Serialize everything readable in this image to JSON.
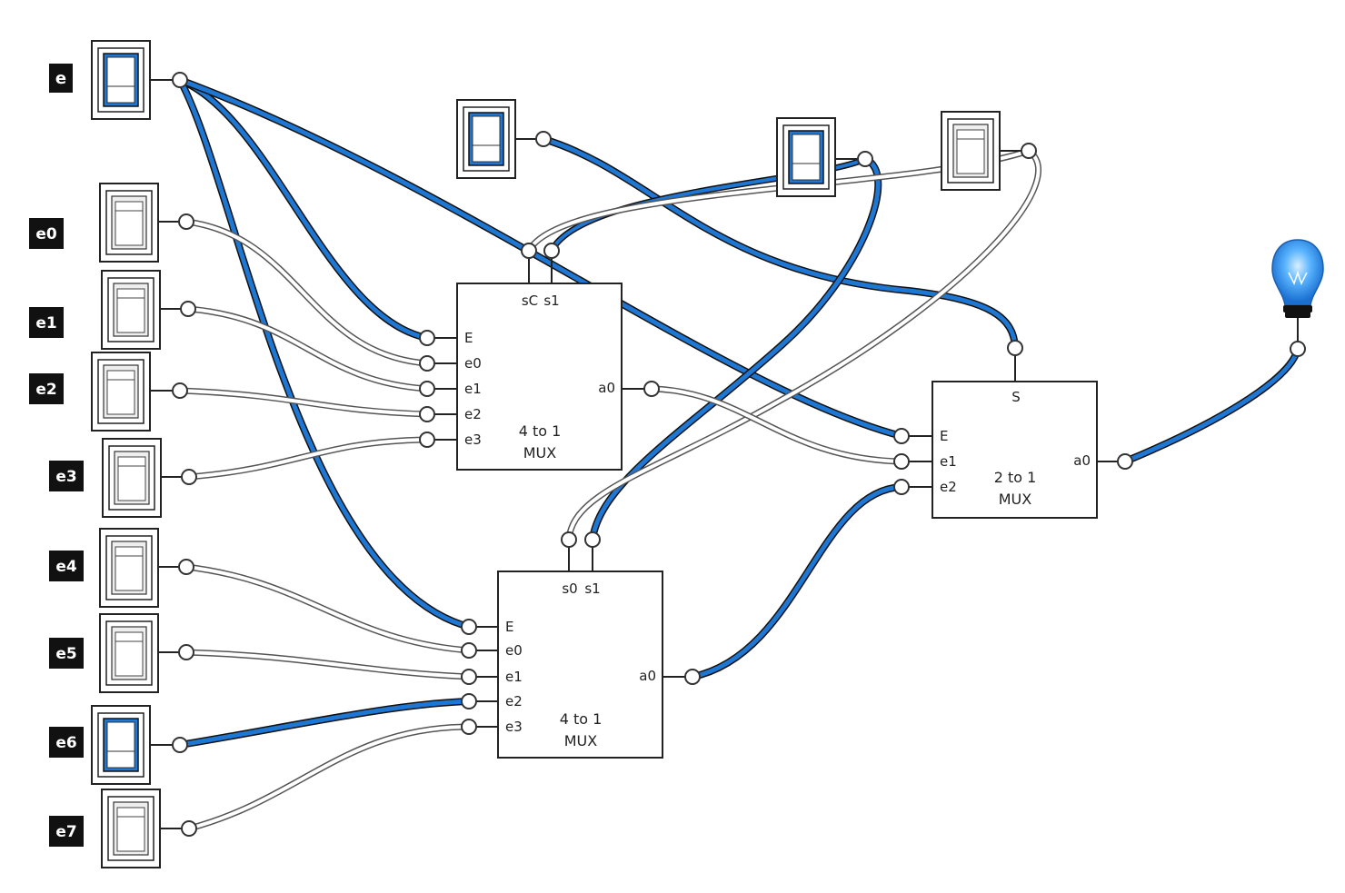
{
  "colors": {
    "on_wire": "#1f77d4",
    "off_wire": "#ffffff",
    "outline": "#222222",
    "label_bg": "#111111",
    "label_fg": "#ffffff",
    "switch_on": "#1f77d4",
    "bulb_on": "#3aa0ff"
  },
  "labels": {
    "e": "e",
    "e0": "e0",
    "e1": "e1",
    "e2": "e2",
    "e3": "e3",
    "e4": "e4",
    "e5": "e5",
    "e6": "e6",
    "e7": "e7"
  },
  "switches": {
    "e": "on",
    "e0": "off",
    "e1": "off",
    "e2": "off",
    "e3": "off",
    "e4": "off",
    "e5": "off",
    "e6": "on",
    "e7": "off",
    "top_a": "on",
    "top_b": "on",
    "top_c": "off"
  },
  "mux1": {
    "pin_s0": "sC",
    "pin_s1": "s1",
    "pin_E": "E",
    "pin_e0": "e0",
    "pin_e1": "e1",
    "pin_e2": "e2",
    "pin_e3": "e3",
    "pin_a0": "a0",
    "title_line1": "4 to 1",
    "title_line2": "MUX"
  },
  "mux2": {
    "pin_s0": "s0",
    "pin_s1": "s1",
    "pin_E": "E",
    "pin_e0": "e0",
    "pin_e1": "e1",
    "pin_e2": "e2",
    "pin_e3": "e3",
    "pin_a0": "a0",
    "title_line1": "4 to 1",
    "title_line2": "MUX"
  },
  "mux3": {
    "pin_S": "S",
    "pin_E": "E",
    "pin_e1": "e1",
    "pin_e2": "e2",
    "pin_a0": "a0",
    "title_line1": "2 to 1",
    "title_line2": "MUX"
  },
  "bulb": "on"
}
